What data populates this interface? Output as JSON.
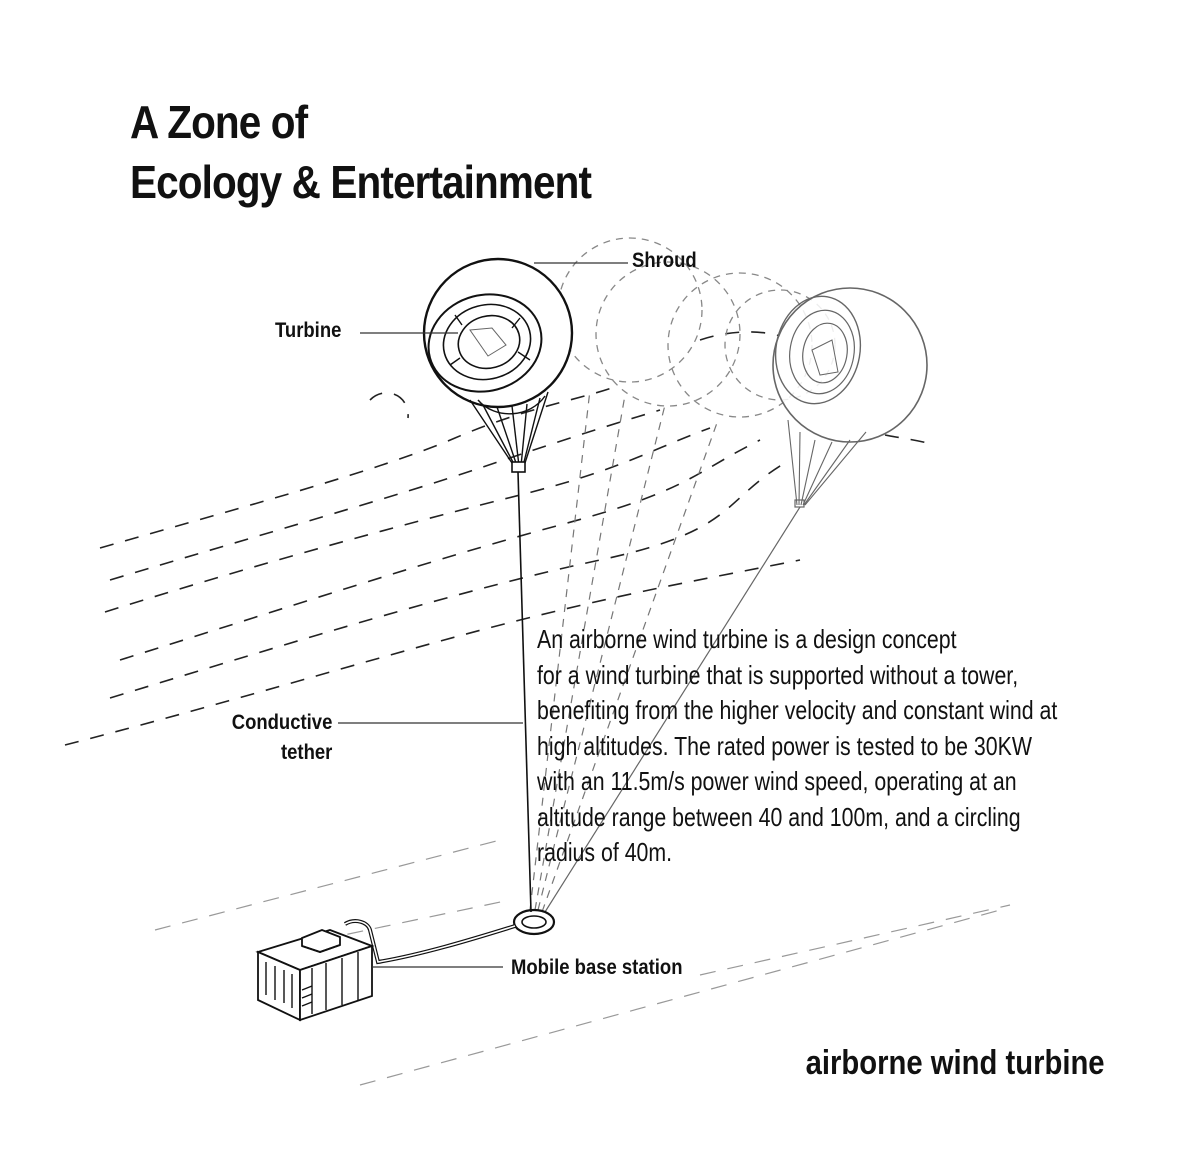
{
  "title": {
    "line1": "A Zone of",
    "line2": "Ecology & Entertainment"
  },
  "labels": {
    "turbine": "Turbine",
    "shroud": "Shroud",
    "tether_line1": "Conductive",
    "tether_line2": "tether",
    "base_station": "Mobile base station"
  },
  "description": [
    " An airborne wind turbine is a design concept",
    "for a wind turbine that is supported without a tower,",
    "benefiting from the higher velocity and constant wind at",
    "high altitudes. The rated power is tested to be 30KW",
    "with an 11.5m/s power wind speed, operating at an",
    "altitude range between 40 and 100m, and a circling",
    "radius of 40m."
  ],
  "caption": "airborne wind turbine"
}
